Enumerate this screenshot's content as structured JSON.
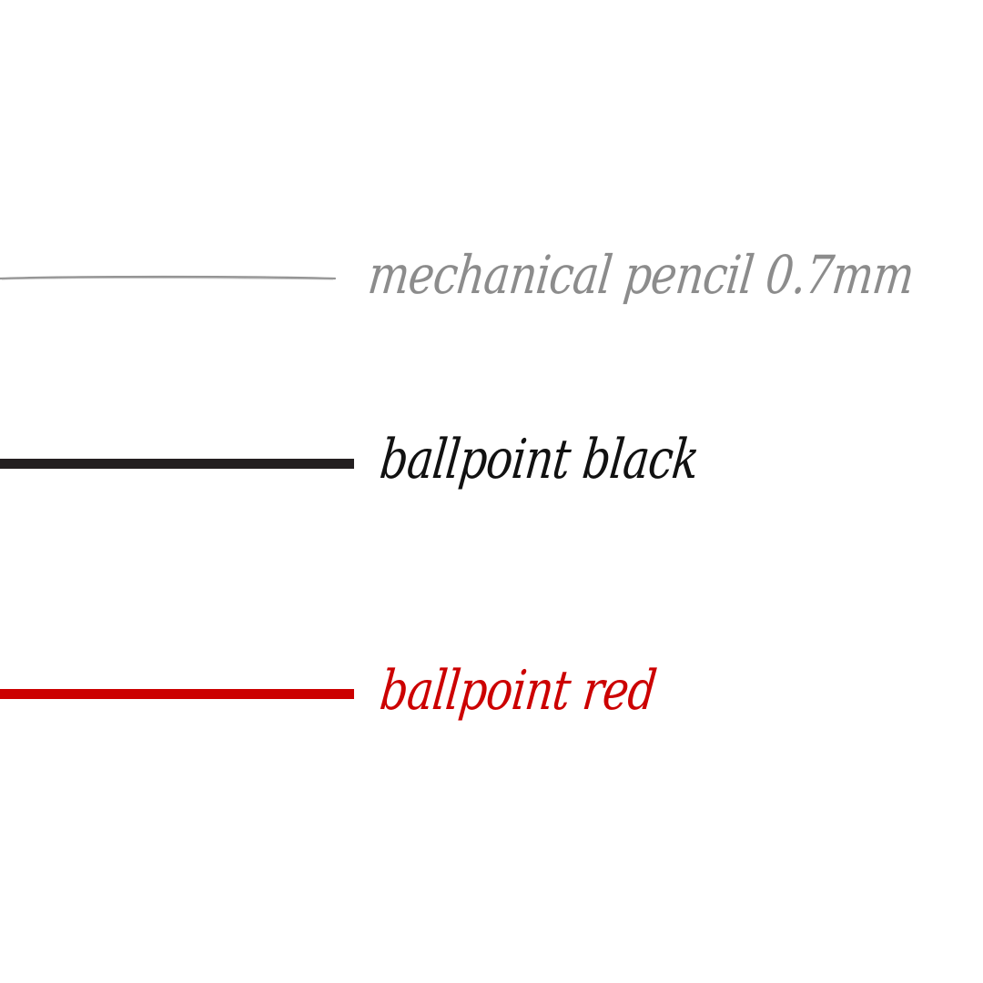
{
  "swatches": [
    {
      "label": "mechanical pencil 0.7mm",
      "stroke_color": "#8a8a8a",
      "label_color": "#8c8c8c",
      "style": "pencil"
    },
    {
      "label": "ballpoint black",
      "stroke_color": "#231f20",
      "label_color": "#111111",
      "style": "solid"
    },
    {
      "label": "ballpoint red",
      "stroke_color": "#cc0000",
      "label_color": "#cc0000",
      "style": "solid"
    }
  ]
}
